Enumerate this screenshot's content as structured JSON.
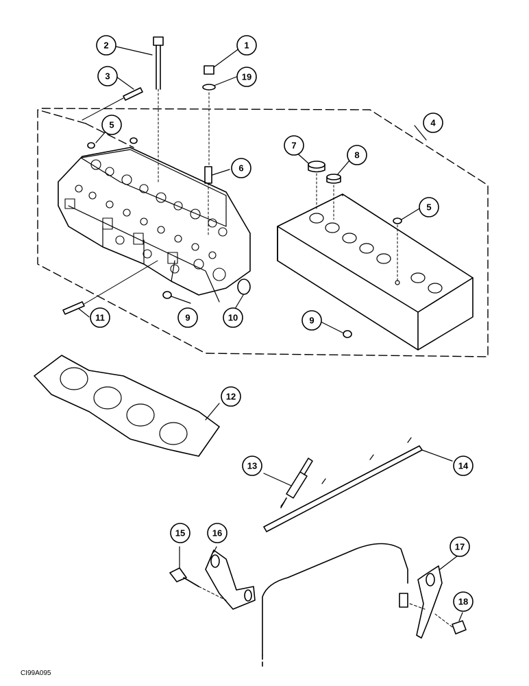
{
  "figure_code": "CI99A095",
  "callouts": [
    "1",
    "2",
    "3",
    "4",
    "5",
    "6",
    "7",
    "8",
    "9",
    "10",
    "11",
    "12",
    "13",
    "14",
    "15",
    "16",
    "17",
    "18",
    "19"
  ],
  "callout_labels": {
    "c1": "1",
    "c2": "2",
    "c3": "3",
    "c4": "4",
    "c5a": "5",
    "c5b": "5",
    "c6": "6",
    "c7": "7",
    "c8": "8",
    "c9a": "9",
    "c9b": "9",
    "c10": "10",
    "c11": "11",
    "c12": "12",
    "c13": "13",
    "c14": "14",
    "c15": "15",
    "c16": "16",
    "c17": "17",
    "c18": "18",
    "c19": "19"
  }
}
